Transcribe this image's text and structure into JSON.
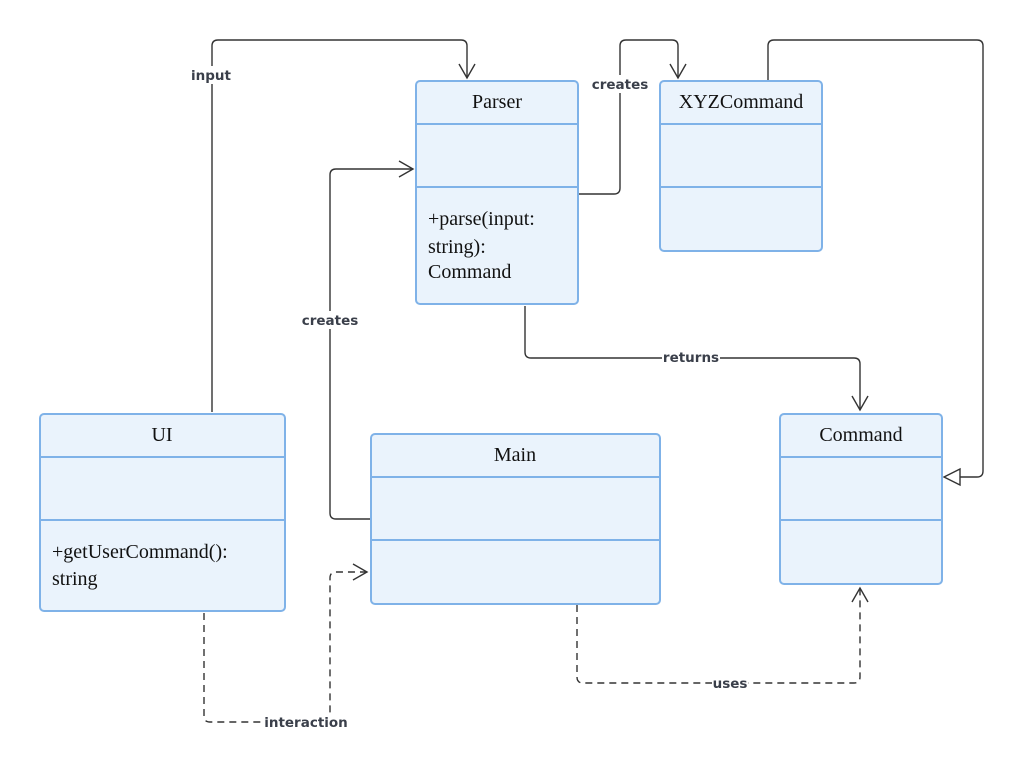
{
  "colors": {
    "box_fill": "#eaf3fc",
    "box_border": "#7fb2e8",
    "edge": "#333333",
    "label": "#3a3f4a"
  },
  "classes": {
    "parser": {
      "name": "Parser",
      "methods": [
        "+parse(input:",
        "string):",
        "Command"
      ]
    },
    "xyz": {
      "name": "XYZCommand"
    },
    "ui": {
      "name": "UI",
      "methods": [
        "+getUserCommand():",
        "string"
      ]
    },
    "main": {
      "name": "Main"
    },
    "command": {
      "name": "Command"
    }
  },
  "relationships": {
    "ui_to_parser": "input",
    "parser_to_xyz": "creates",
    "main_to_parser": "creates",
    "parser_to_command": "returns",
    "main_to_command": "uses",
    "ui_to_main": "interaction",
    "xyz_to_command": ""
  }
}
